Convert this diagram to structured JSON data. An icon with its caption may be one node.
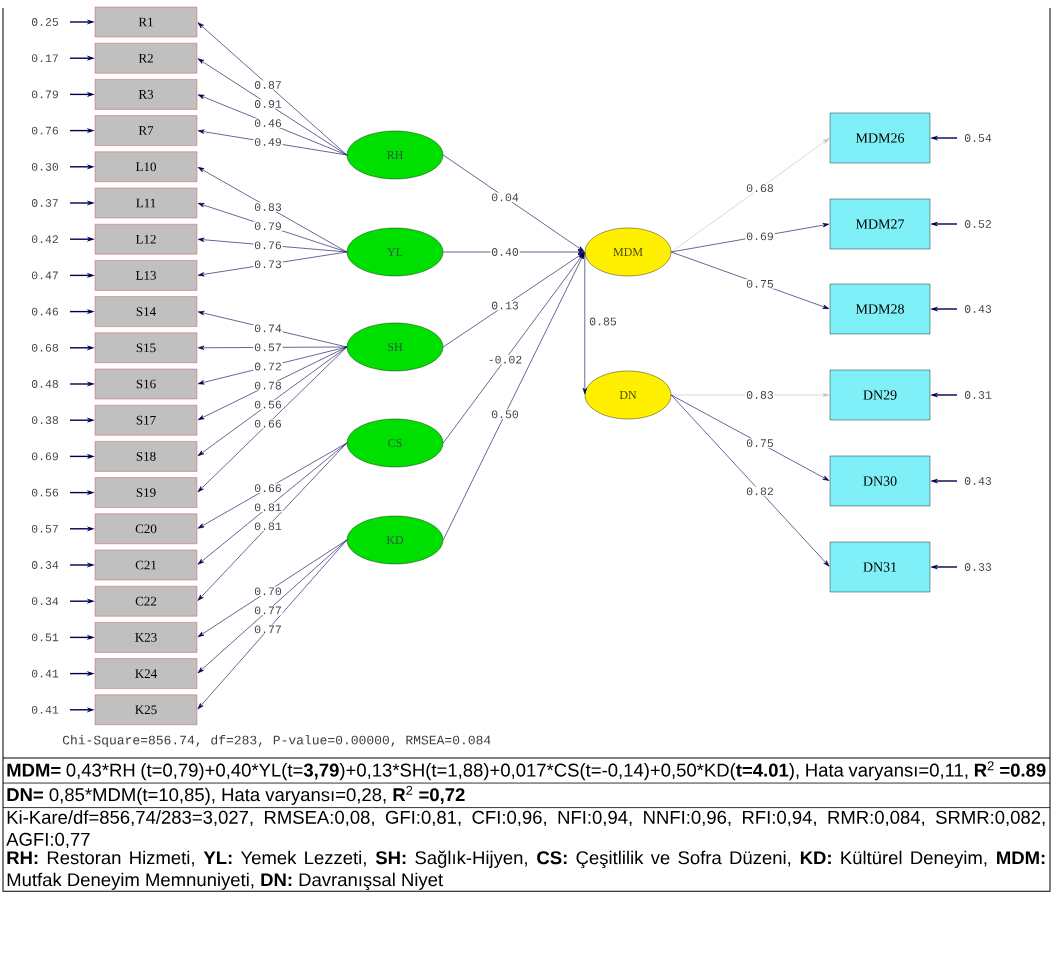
{
  "diagram": {
    "nodes": [
      {
        "text": [
          "R1"
        ]
      },
      {
        "text": [
          "R2"
        ]
      },
      {
        "text": [
          "R3"
        ]
      },
      {
        "text": [
          "R7"
        ]
      },
      {
        "text": [
          "L10"
        ]
      },
      {
        "text": [
          "L11"
        ]
      },
      {
        "text": [
          "L12"
        ]
      },
      {
        "text": [
          "L13"
        ]
      },
      {
        "text": [
          "S14"
        ]
      },
      {
        "text": [
          "S15"
        ]
      },
      {
        "text": [
          "S16"
        ]
      },
      {
        "text": [
          "S17"
        ]
      },
      {
        "text": [
          "S18"
        ]
      },
      {
        "text": [
          "S19"
        ]
      },
      {
        "text": [
          "C20"
        ]
      },
      {
        "text": [
          "C21"
        ]
      },
      {
        "text": [
          "C22"
        ]
      },
      {
        "text": [
          "K23"
        ]
      },
      {
        "text": [
          "K24"
        ]
      },
      {
        "text": [
          "K25"
        ]
      },
      {
        "text": [
          "RH"
        ]
      },
      {
        "text": [
          "YL"
        ]
      },
      {
        "text": [
          "SH"
        ]
      },
      {
        "text": [
          "CS"
        ]
      },
      {
        "text": [
          "KD"
        ]
      },
      {
        "text": [
          "MDM"
        ]
      },
      {
        "text": [
          "DN"
        ]
      },
      {
        "text": [
          "MDM26"
        ]
      },
      {
        "text": [
          "MDM27"
        ]
      },
      {
        "text": [
          "MDM28"
        ]
      },
      {
        "text": [
          "DN29"
        ]
      },
      {
        "text": [
          "DN30"
        ]
      },
      {
        "text": [
          "DN31"
        ]
      }
    ],
    "edges": [
      {
        "from": 20,
        "to": 0,
        "arrow": "to",
        "label": "0.87"
      },
      {
        "from": 20,
        "to": 1,
        "arrow": "to",
        "label": "0.91"
      },
      {
        "from": 20,
        "to": 2,
        "arrow": "to",
        "label": "0.46"
      },
      {
        "from": 20,
        "to": 3,
        "arrow": "to",
        "label": "0.49"
      },
      {
        "from": 21,
        "to": 4,
        "arrow": "to",
        "label": "0.83"
      },
      {
        "from": 21,
        "to": 5,
        "arrow": "to",
        "label": "0.79"
      },
      {
        "from": 21,
        "to": 6,
        "arrow": "to",
        "label": "0.76"
      },
      {
        "from": 21,
        "to": 7,
        "arrow": "to",
        "label": "0.73"
      },
      {
        "from": 22,
        "to": 8,
        "arrow": "to",
        "label": "0.74"
      },
      {
        "from": 22,
        "to": 9,
        "arrow": "to",
        "label": "0.57"
      },
      {
        "from": 22,
        "to": 10,
        "arrow": "to",
        "label": "0.72"
      },
      {
        "from": 22,
        "to": 11,
        "arrow": "to",
        "label": "0.78"
      },
      {
        "from": 22,
        "to": 12,
        "arrow": "to",
        "label": "0.56"
      },
      {
        "from": 22,
        "to": 13,
        "arrow": "to",
        "label": "0.66"
      },
      {
        "from": 23,
        "to": 14,
        "arrow": "to",
        "label": "0.66"
      },
      {
        "from": 23,
        "to": 15,
        "arrow": "to",
        "label": "0.81"
      },
      {
        "from": 23,
        "to": 16,
        "arrow": "to",
        "label": "0.81"
      },
      {
        "from": 24,
        "to": 17,
        "arrow": "to",
        "label": "0.70"
      },
      {
        "from": 24,
        "to": 18,
        "arrow": "to",
        "label": "0.77"
      },
      {
        "from": 24,
        "to": 19,
        "arrow": "to",
        "label": "0.77"
      },
      {
        "from": 20,
        "to": 25,
        "arrow": "to",
        "label": "0.04"
      },
      {
        "from": 21,
        "to": 25,
        "arrow": "to",
        "label": "0.40"
      },
      {
        "from": 22,
        "to": 25,
        "arrow": "to",
        "label": "0.13"
      },
      {
        "from": 23,
        "to": 25,
        "arrow": "to",
        "label": "-0.02"
      },
      {
        "from": 24,
        "to": 25,
        "arrow": "to",
        "label": "0.50"
      },
      {
        "from": 25,
        "to": 26,
        "arrow": "to",
        "label": "0.85"
      },
      {
        "from": 25,
        "to": 27,
        "arrow": "to",
        "label": "0.68",
        "color": "#c0c0c0"
      },
      {
        "from": 25,
        "to": 28,
        "arrow": "to",
        "label": "0.69"
      },
      {
        "from": 25,
        "to": 29,
        "arrow": "to",
        "label": "0.75"
      },
      {
        "from": 26,
        "to": 30,
        "arrow": "to",
        "label": "0.83",
        "color": "#c0c0c0"
      },
      {
        "from": 26,
        "to": 31,
        "arrow": "to",
        "label": "0.75"
      },
      {
        "from": 26,
        "to": 32,
        "arrow": "to",
        "label": "0.82"
      },
      {
        "from": null,
        "to": 0,
        "arrow": "to",
        "label": "0.25"
      },
      {
        "from": null,
        "to": 1,
        "arrow": "to",
        "label": "0.17"
      },
      {
        "from": null,
        "to": 2,
        "arrow": "to",
        "label": "0.79"
      },
      {
        "from": null,
        "to": 3,
        "arrow": "to",
        "label": "0.76"
      },
      {
        "from": null,
        "to": 4,
        "arrow": "to",
        "label": "0.30"
      },
      {
        "from": null,
        "to": 5,
        "arrow": "to",
        "label": "0.37"
      },
      {
        "from": null,
        "to": 6,
        "arrow": "to",
        "label": "0.42"
      },
      {
        "from": null,
        "to": 7,
        "arrow": "to",
        "label": "0.47"
      },
      {
        "from": null,
        "to": 8,
        "arrow": "to",
        "label": "0.46"
      },
      {
        "from": null,
        "to": 9,
        "arrow": "to",
        "label": "0.68"
      },
      {
        "from": null,
        "to": 10,
        "arrow": "to",
        "label": "0.48"
      },
      {
        "from": null,
        "to": 11,
        "arrow": "to",
        "label": "0.38"
      },
      {
        "from": null,
        "to": 12,
        "arrow": "to",
        "label": "0.69"
      },
      {
        "from": null,
        "to": 13,
        "arrow": "to",
        "label": "0.56"
      },
      {
        "from": null,
        "to": 14,
        "arrow": "to",
        "label": "0.57"
      },
      {
        "from": null,
        "to": 15,
        "arrow": "to",
        "label": "0.34"
      },
      {
        "from": null,
        "to": 16,
        "arrow": "to",
        "label": "0.34"
      },
      {
        "from": null,
        "to": 17,
        "arrow": "to",
        "label": "0.51"
      },
      {
        "from": null,
        "to": 18,
        "arrow": "to",
        "label": "0.41"
      },
      {
        "from": null,
        "to": 19,
        "arrow": "to",
        "label": "0.41"
      },
      {
        "from": null,
        "to": 27,
        "arrow": "to",
        "label": "0.54"
      },
      {
        "from": null,
        "to": 28,
        "arrow": "to",
        "label": "0.52"
      },
      {
        "from": null,
        "to": 29,
        "arrow": "to",
        "label": "0.43"
      },
      {
        "from": null,
        "to": 30,
        "arrow": "to",
        "label": "0.31"
      },
      {
        "from": null,
        "to": 31,
        "arrow": "to",
        "label": "0.43"
      },
      {
        "from": null,
        "to": 32,
        "arrow": "to",
        "label": "0.33"
      }
    ],
    "labels": [
      "Chi-Square=856.74, df=283, P-value=0.00000, RMSEA=0.084",
      "**MDM=** 0,43*RH (t=0,79)+0,40*YL(t=**3,79**)+0,13*SH(t=1,88)+0,017*CS(t=-0,14)+0,50*KD(**t=4.01**), Hata varyansı=0,11, **R**$^{2}$ **=0.89**",
      "**DN=** 0,85*MDM(t=10,85), Hata varyansı=0,28, **R**$^{2}$ **=0,72**",
      "Ki-Kare/df=856,74/283=3,027, RMSEA:0,08, GFI:0,81, CFI:0,96, NFI:0,94, NNFI:0,96, RFI:0,94, RMR:0,084, SRMR:0,082, AGFI:0,77",
      "**RH:** Restoran Hizmeti, **YL:** Yemek Lezzeti, **SH:** Sağlık-Hijyen, **CS:** Çeşitlilik ve Sofra Düzeni, **KD:** Kültürel Deneyim, **MDM:** Mutfak Deneyim Memnuniyeti, **DN:** Davranışsal Niyet"
    ]
  }
}
